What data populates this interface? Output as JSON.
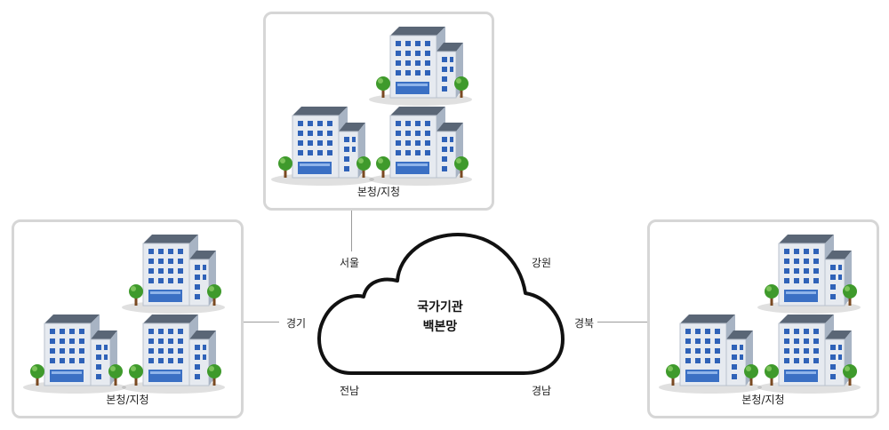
{
  "cloud": {
    "title_line1": "국가기관",
    "title_line2": "백본망"
  },
  "regions": {
    "seoul": "서울",
    "gangwon": "강원",
    "gyeonggi": "경기",
    "gyeongbuk": "경북",
    "jeonnam": "전남",
    "gyeongnam": "경남"
  },
  "panels": {
    "top": {
      "label": "본청/지청"
    },
    "left": {
      "label": "본청/지청"
    },
    "right": {
      "label": "본청/지청"
    }
  },
  "colors": {
    "panel_border": "#d6d6d6",
    "connector": "#9a9a9a",
    "cloud_stroke": "#111111",
    "building_wall": "#e6eaf0",
    "building_side": "#a8b4c4",
    "building_roof": "#5a6676",
    "window": "#2f62b8",
    "tree": "#3f9a2c",
    "trunk": "#7a4a22"
  },
  "icons": [
    "office-building-icon",
    "tree-icon",
    "cloud-icon"
  ]
}
